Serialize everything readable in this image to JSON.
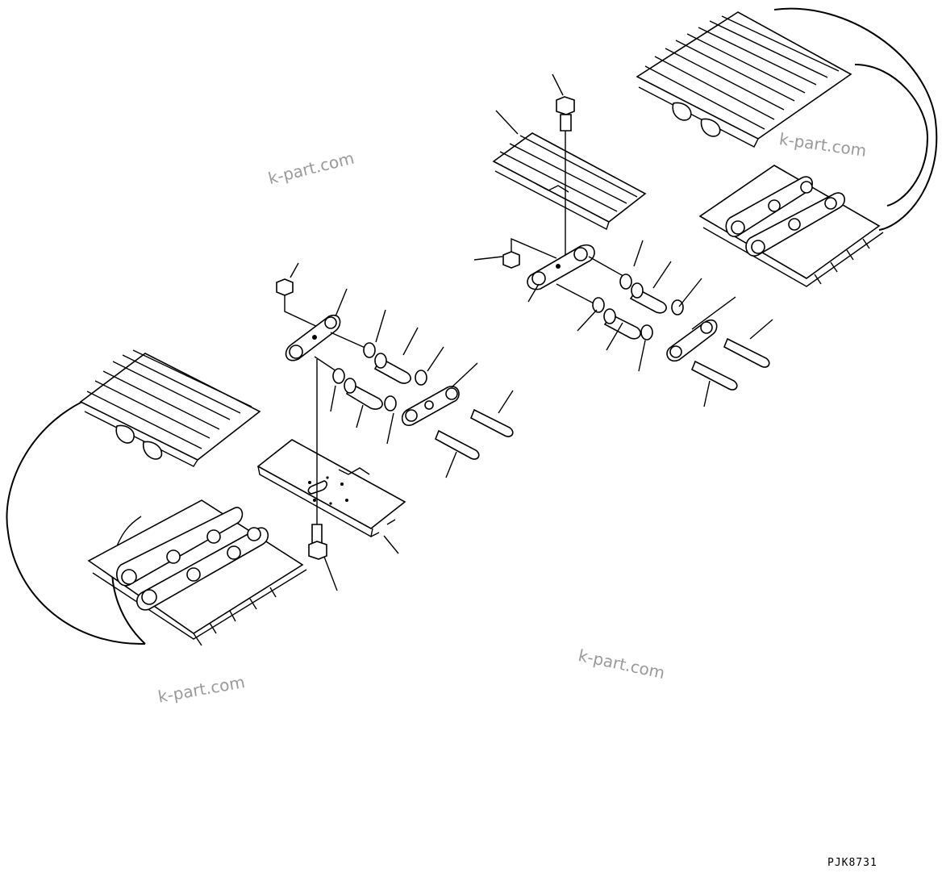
{
  "watermarks": [
    "k-part.com",
    "k-part.com",
    "k-part.com",
    "k-part.com"
  ],
  "drawing_code": "PJK8731"
}
